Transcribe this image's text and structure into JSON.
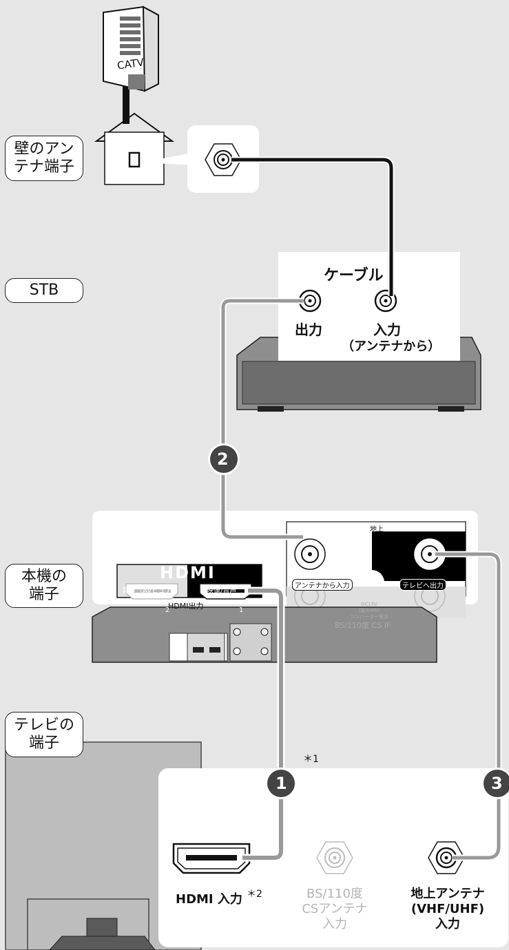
{
  "labels": {
    "wall": [
      "壁のアン",
      "テナ端子"
    ],
    "stb": "STB",
    "unit": [
      "本機の",
      "端子"
    ],
    "tv": [
      "テレビの",
      "端子"
    ]
  },
  "catv": "CATV",
  "stb_panel": {
    "title": "ケーブル",
    "out": "出力",
    "in": "入力",
    "in_sub": "（アンテナから）"
  },
  "unit_panel": {
    "hdmi_logo": "HDMI",
    "hdmi_audio": "音声（AVピュア）",
    "hdmi_video": "映像/音声",
    "port2": "2",
    "port1": "1",
    "hdmi_out": "HDMI出力",
    "terrestrial": "地上",
    "ant_in": "アンテナから入力",
    "tv_out": "テレビへ出力",
    "dc": [
      "DC15V",
      "(最大4W)",
      "コンバーター電源"
    ],
    "bs_if": "BS/110度 CS IF"
  },
  "markers": {
    "m1": "1",
    "m2": "2",
    "m3": "3",
    "note1": "＊1",
    "note2": "＊2"
  },
  "tv_panel": {
    "hdmi_in": "HDMI 入力",
    "bs": [
      "BS/110度",
      "CSアンテナ",
      "入力"
    ],
    "terr": [
      "地上アンテナ",
      "(VHF/UHF)",
      "入力"
    ]
  }
}
